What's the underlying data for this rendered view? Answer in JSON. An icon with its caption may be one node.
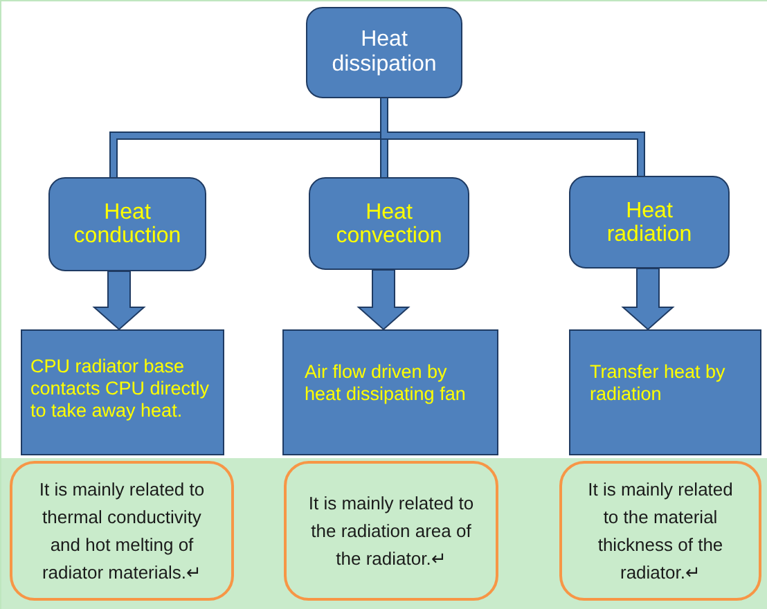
{
  "diagram": {
    "nodes": [
      {
        "text": [
          "Heat dissipation"
        ]
      },
      {
        "text": [
          "Heat conduction"
        ]
      },
      {
        "text": [
          "Heat convection"
        ]
      },
      {
        "text": [
          "Heat radiation"
        ]
      },
      {
        "text": [
          "CPU radiator base contacts CPU directly to take away heat."
        ]
      },
      {
        "text": [
          "Air flow driven by heat dissipating fan"
        ]
      },
      {
        "text": [
          "Transfer heat by radiation"
        ]
      },
      {
        "text": [
          "It is mainly related to thermal conductivity and hot melting of radiator materials.↵"
        ]
      },
      {
        "text": [
          "It is mainly related to the radiation area of the radiator.↵"
        ]
      },
      {
        "text": [
          "It is mainly related to the material thickness of the radiator.↵"
        ]
      }
    ],
    "edges": [
      {
        "from": 0,
        "to": 1,
        "arrow": "none"
      },
      {
        "from": 0,
        "to": 2,
        "arrow": "none"
      },
      {
        "from": 0,
        "to": 3,
        "arrow": "none"
      },
      {
        "from": 1,
        "to": 4,
        "arrow": "to",
        "style": "thick"
      },
      {
        "from": 2,
        "to": 5,
        "arrow": "to",
        "style": "thick"
      },
      {
        "from": 3,
        "to": 6,
        "arrow": "to",
        "style": "thick"
      }
    ]
  }
}
